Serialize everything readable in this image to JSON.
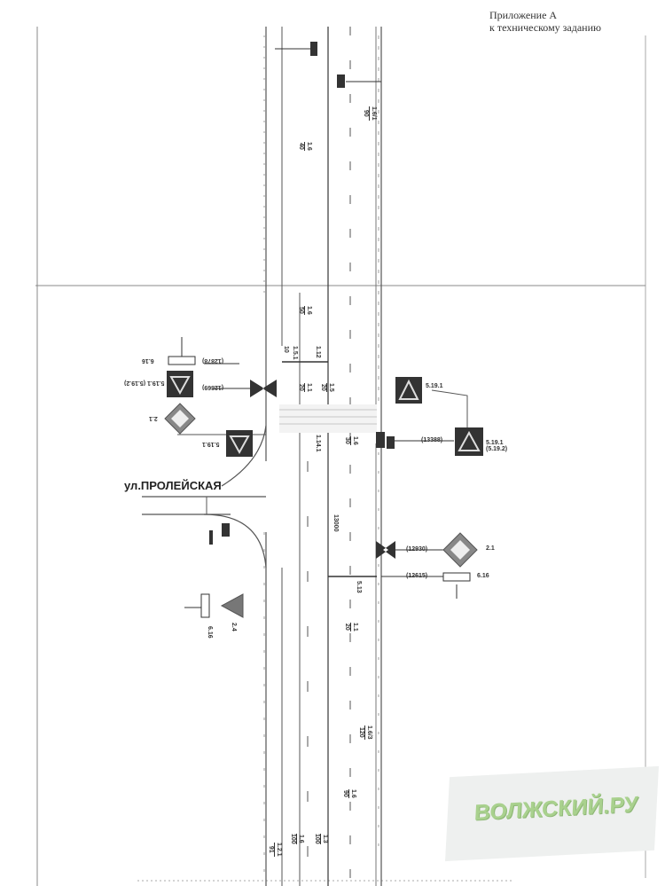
{
  "header": {
    "line1": "Приложение А",
    "line2": "к техническому заданию"
  },
  "street_name": "ул.ПРОЛЕЙСКАЯ",
  "watermark": "ВОЛЖСКИЙ.РУ",
  "signs": {
    "left_616_code": "6.16",
    "left_616_id": "(12878)",
    "left_5191_code": "5.19.1 (5.19.2)",
    "left_5191_id": "(12869)",
    "left_21_code": "2.1",
    "left_5191b_code": "5.19.1",
    "right_5191_code": "5.19.1",
    "right_5191b_code": "5.19.1 (5.19.2)",
    "right_5191b_id": "(13388)",
    "right_21_id": "(12930)",
    "right_21_code": "2.1",
    "right_616_id": "(12615)",
    "right_616_code": "6.16",
    "low_24_code": "2.4",
    "low_616_code": "6.16"
  },
  "markings": [
    {
      "code": "1.6",
      "len": "40"
    },
    {
      "code": "1.6/1",
      "len": "90"
    },
    {
      "code": "1.6",
      "len": "50"
    },
    {
      "code": "1.1",
      "len": "20"
    },
    {
      "code": "1.5",
      "len": "20"
    },
    {
      "code": "1.6",
      "len": "30"
    },
    {
      "code": "1.1",
      "len": "20"
    },
    {
      "code": "1.6/3",
      "len": "120"
    },
    {
      "code": "1.6",
      "len": "90"
    },
    {
      "code": "1.6",
      "len": "100"
    },
    {
      "code": "1.3",
      "len": "100"
    },
    {
      "code": "1.2.1",
      "len": "91"
    }
  ],
  "single_labels": {
    "a": "10",
    "b": "1.5.1",
    "c": "1.12",
    "d": "1.14.1",
    "e": "13000",
    "f": "5.13"
  }
}
